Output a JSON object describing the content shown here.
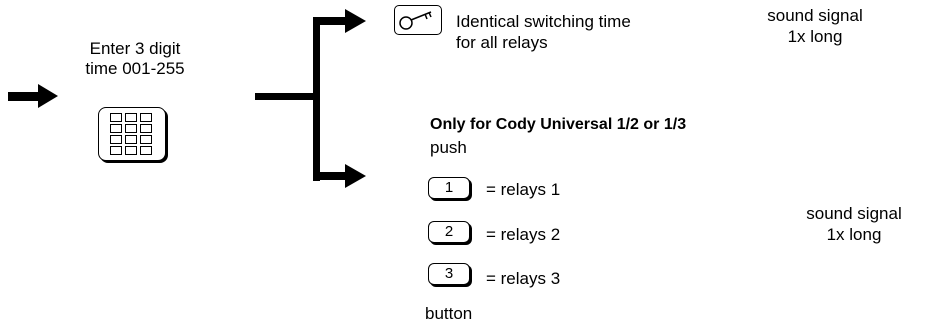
{
  "left_block": {
    "line1": "Enter 3 digit",
    "line2": "time 001-255",
    "keypad_icon": "keypad-icon"
  },
  "top_branch": {
    "key_icon": "key-icon",
    "line1": "Identical switching time",
    "line2": "for all relays",
    "sound_line1": "sound signal",
    "sound_line2": "1x long"
  },
  "bottom_branch": {
    "heading": "Only for Cody Universal 1/2 or 1/3",
    "push": "push",
    "relays": [
      {
        "key": "1",
        "label": "= relays 1"
      },
      {
        "key": "2",
        "label": "= relays 2"
      },
      {
        "key": "3",
        "label": "= relays 3"
      }
    ],
    "button": "button",
    "sound_line1": "sound signal",
    "sound_line2": "1x long"
  },
  "colors": {
    "line": "#000000",
    "background": "#ffffff"
  }
}
